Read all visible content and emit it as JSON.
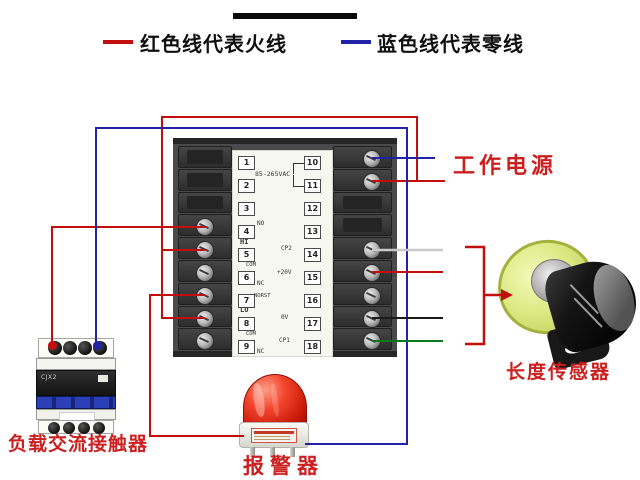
{
  "colors": {
    "wire-red": "#c40d0d",
    "wire-blue": "#2222a6",
    "wire-white": "#c9c9c9",
    "wire-black": "#1a1a1a",
    "wire-green": "#0c7a1c",
    "label-red": "#cc2020"
  },
  "legend": {
    "live_label": "红色线代表火线",
    "neutral_label": "蓝色线代表零线"
  },
  "labels": {
    "power": "工作电源",
    "contactor": "负载交流接触器",
    "alarm": "报警器",
    "sensor": "长度传感器"
  },
  "controller": {
    "voltage": "85-265VAC",
    "left_terminals": [
      "1",
      "2",
      "3",
      "4",
      "5",
      "6",
      "7",
      "8",
      "9"
    ],
    "right_terminals": [
      "10",
      "11",
      "12",
      "13",
      "14",
      "15",
      "16",
      "17",
      "18"
    ],
    "annotations": {
      "no": "NO",
      "hi": "HI",
      "cp2": "CP2",
      "com_hi": "COM",
      "nc_hi": "NC",
      "v20": "+20V",
      "norst": "NORST",
      "lo": "LO",
      "v0": "0V",
      "com_lo": "COM",
      "nc_lo": "NC",
      "cp1": "CP1"
    }
  },
  "contactor": {
    "model": "CJX2"
  }
}
